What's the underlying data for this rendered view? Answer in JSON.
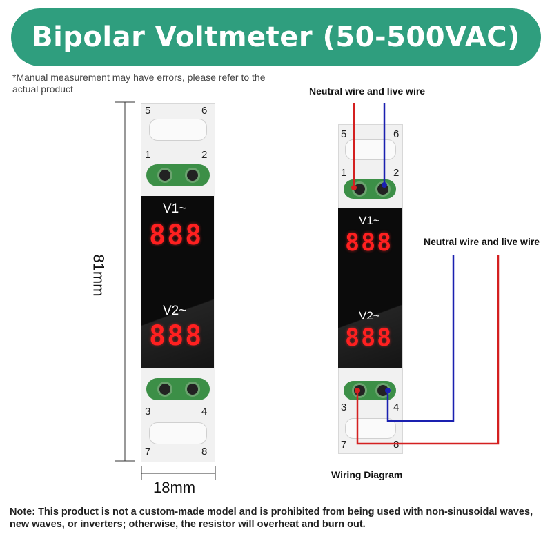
{
  "header": {
    "title": "Bipolar Voltmeter (50-500VAC)"
  },
  "disclaimer": "*Manual measurement may have errors, please refer to the actual product",
  "dimensions": {
    "height": "81mm",
    "width": "18mm"
  },
  "device": {
    "terminals_top": [
      "5",
      "6",
      "1",
      "2"
    ],
    "terminals_bottom": [
      "3",
      "4",
      "7",
      "8"
    ],
    "display": {
      "v1_label": "V1~",
      "v2_label": "V2~",
      "readout": "888"
    }
  },
  "wiring": {
    "top_label": "Neutral wire and live wire",
    "right_label": "Neutral wire and live wire",
    "caption": "Wiring Diagram",
    "colors": {
      "live": "#d42020",
      "neutral": "#1a20b0"
    }
  },
  "footnote": "Note: This product is not a custom-made model and is prohibited from being used with non-sinusoidal waves, new waves, or inverters; otherwise, the resistor will overheat and burn out.",
  "colors": {
    "brand": "#2f9e7e",
    "terminal": "#3c8f47",
    "segment": "#ff2020"
  }
}
